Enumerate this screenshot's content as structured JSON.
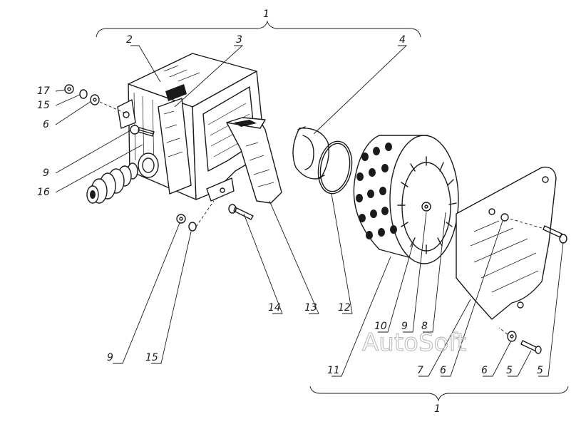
{
  "figure": {
    "assembly_label_top": "1",
    "assembly_label_bottom": "1",
    "watermark": "AutoSoft",
    "callouts": {
      "c17": "17",
      "c15a": "15",
      "c6a": "6",
      "c9a": "9",
      "c16": "16",
      "c2": "2",
      "c3": "3",
      "c4": "4",
      "c9b": "9",
      "c15b": "15",
      "c14": "14",
      "c13": "13",
      "c12": "12",
      "c11": "11",
      "c10": "10",
      "c9c": "9",
      "c8": "8",
      "c7": "7",
      "c6b": "6",
      "c6c": "6",
      "c5a": "5",
      "c5b": "5"
    }
  }
}
